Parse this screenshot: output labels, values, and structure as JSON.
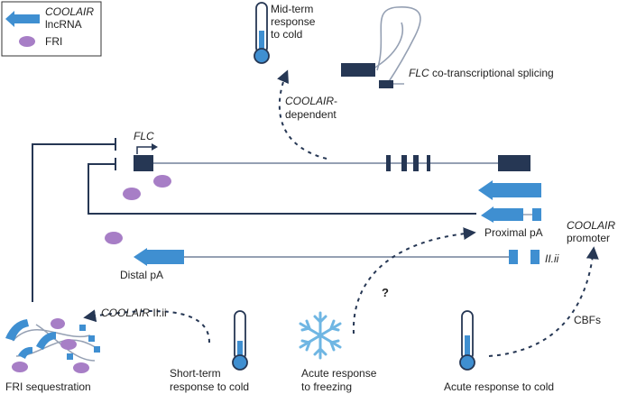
{
  "legend": {
    "lncrna_italic": "COOLAIR",
    "lncrna_text": "lncRNA",
    "fri": "FRI"
  },
  "labels": {
    "mid_term": [
      "Mid-term",
      "response",
      "to cold"
    ],
    "splicing_italic": "FLC",
    "splicing_text": " co-transcriptional splicing",
    "coolair_dependent_italic": "COOLAIR",
    "coolair_dependent_1": "-",
    "coolair_dependent_2": "dependent",
    "flc": "FLC",
    "proximal_pa": "Proximal pA",
    "distal_pa": "Distal pA",
    "iiii": "II.ii",
    "coolair_promoter_italic": "COOLAIR",
    "coolair_promoter_text": "promoter",
    "coolair_iiii_italic": "COOLAIR",
    "coolair_iiii_text": " II.ii",
    "question": "?",
    "cbfs": "CBFs",
    "fri_sequestration": "FRI sequestration",
    "short_term": [
      "Short-term",
      "response to cold"
    ],
    "acute_freezing": [
      "Acute response",
      "to freezing"
    ],
    "acute_cold": "Acute response to cold"
  },
  "colors": {
    "dark_navy": "#263754",
    "blue": "#3f8fd1",
    "purple": "#a77ec6",
    "line_gray": "#95a0b3",
    "text": "#222222"
  }
}
